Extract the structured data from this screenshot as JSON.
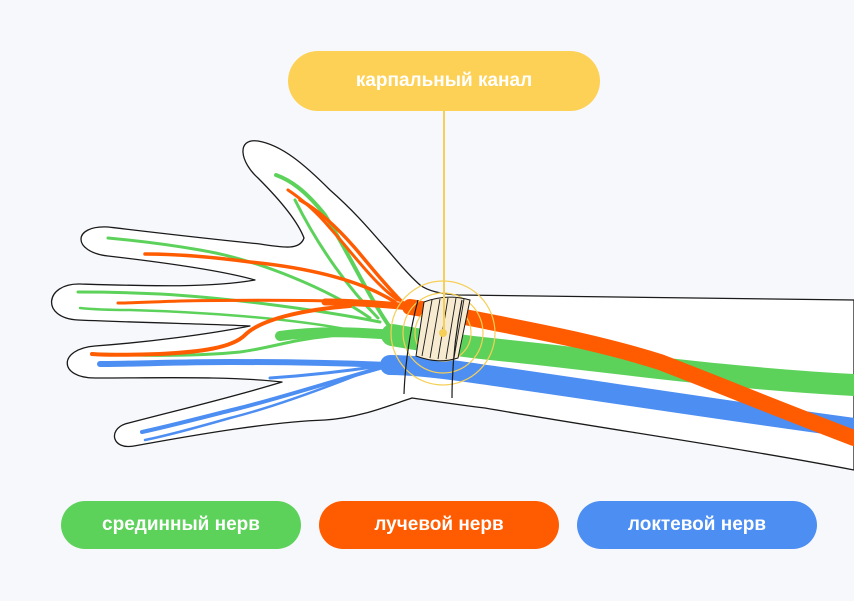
{
  "callout": {
    "label": "карпальный канал",
    "color": "#fdd156"
  },
  "legend": [
    {
      "id": "median",
      "label": "срединный нерв",
      "color": "#5dd25b"
    },
    {
      "id": "radial",
      "label": "лучевой нерв",
      "color": "#ff5b00"
    },
    {
      "id": "ulnar",
      "label": "локтевой нерв",
      "color": "#4d8ef2"
    }
  ],
  "colors": {
    "background": "#f7f8fb",
    "outline": "#1a1a1a",
    "tunnel_fill": "#f6ead0",
    "tunnel_glow": "#f6cf58"
  }
}
